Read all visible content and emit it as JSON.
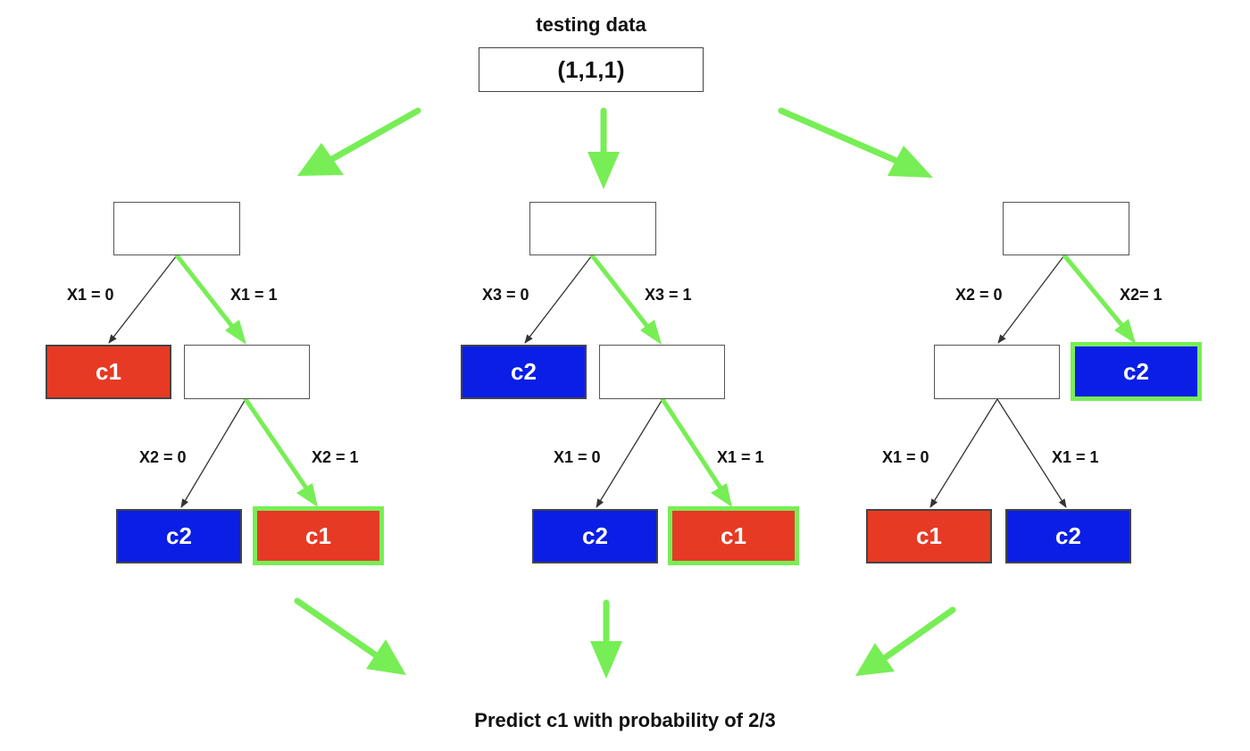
{
  "colors": {
    "c1": "#e63a24",
    "c2": "#0a1ee6",
    "highlight": "#77ee55",
    "edge": "#333333"
  },
  "header": {
    "title": "testing data",
    "sample": "(1,1,1)"
  },
  "trees": [
    {
      "root_left_label": "X1 = 0",
      "root_right_label": "X1 = 1",
      "root_left_leaf": {
        "label": "c1",
        "class": "c1",
        "chosen": false
      },
      "inner_left_label": "X2 = 0",
      "inner_right_label": "X2 = 1",
      "inner_left_leaf": {
        "label": "c2",
        "class": "c2",
        "chosen": false
      },
      "inner_right_leaf": {
        "label": "c1",
        "class": "c1",
        "chosen": true
      }
    },
    {
      "root_left_label": "X3 = 0",
      "root_right_label": "X3 = 1",
      "root_left_leaf": {
        "label": "c2",
        "class": "c2",
        "chosen": false
      },
      "inner_left_label": "X1 = 0",
      "inner_right_label": "X1 = 1",
      "inner_left_leaf": {
        "label": "c2",
        "class": "c2",
        "chosen": false
      },
      "inner_right_leaf": {
        "label": "c1",
        "class": "c1",
        "chosen": true
      }
    },
    {
      "root_left_label": "X2 = 0",
      "root_right_label": "X2= 1",
      "root_right_leaf": {
        "label": "c2",
        "class": "c2",
        "chosen": true
      },
      "inner_left_label": "X1 = 0",
      "inner_right_label": "X1 = 1",
      "inner_left_leaf": {
        "label": "c1",
        "class": "c1",
        "chosen": false
      },
      "inner_right_leaf": {
        "label": "c2",
        "class": "c2",
        "chosen": false
      }
    }
  ],
  "prediction": "Predict c1 with probability of 2/3"
}
